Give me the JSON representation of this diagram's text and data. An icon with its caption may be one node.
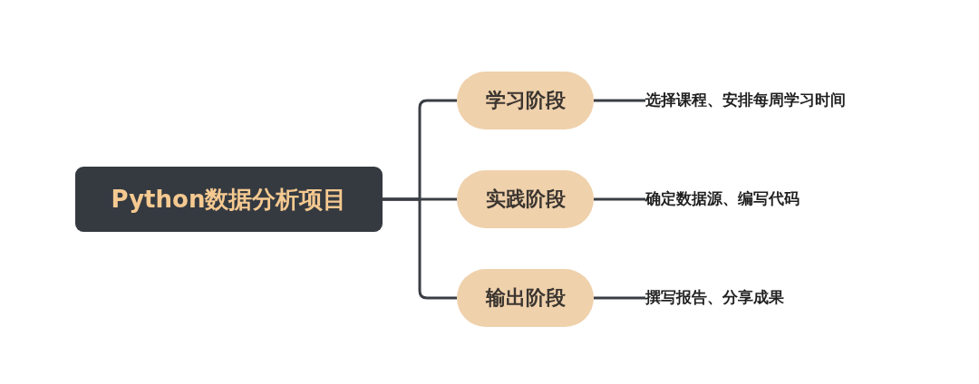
{
  "diagram": {
    "nodes": [
      {
        "text": [
          "Python数据分析项目"
        ]
      },
      {
        "text": [
          "学习阶段"
        ]
      },
      {
        "text": [
          "实践阶段"
        ]
      },
      {
        "text": [
          "输出阶段"
        ]
      },
      {
        "text": [
          "选择课程、安排每周学习时间"
        ]
      },
      {
        "text": [
          "确定数据源、编写代码"
        ]
      },
      {
        "text": [
          "撰写报告、分享成果"
        ]
      }
    ],
    "edges": [
      {
        "from": 0,
        "to": 1,
        "arrow": "none"
      },
      {
        "from": 0,
        "to": 2,
        "arrow": "none"
      },
      {
        "from": 0,
        "to": 3,
        "arrow": "none"
      },
      {
        "from": 1,
        "to": 4,
        "arrow": "none"
      },
      {
        "from": 2,
        "to": 5,
        "arrow": "none"
      },
      {
        "from": 3,
        "to": 6,
        "arrow": "none"
      }
    ]
  }
}
